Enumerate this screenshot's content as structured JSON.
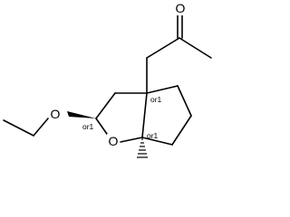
{
  "atoms": {
    "oxygen_ketone": "O",
    "oxygen_ethoxy": "O",
    "oxygen_ring": "O"
  },
  "stereo": {
    "c3a": "or1",
    "c2": "or1",
    "c6a": "or1"
  }
}
